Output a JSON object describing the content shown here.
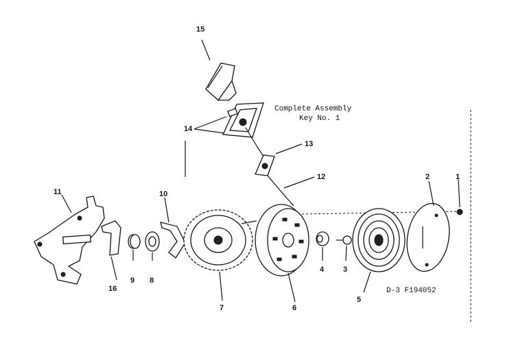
{
  "assembly": {
    "title_line1": "Complete Assembly",
    "title_line2": "Key No. 1"
  },
  "drawing_code": "D-3  F194052",
  "parts": [
    {
      "key": "1"
    },
    {
      "key": "2"
    },
    {
      "key": "3"
    },
    {
      "key": "4"
    },
    {
      "key": "5"
    },
    {
      "key": "6"
    },
    {
      "key": "7"
    },
    {
      "key": "8"
    },
    {
      "key": "9"
    },
    {
      "key": "10"
    },
    {
      "key": "11"
    },
    {
      "key": "12"
    },
    {
      "key": "13"
    },
    {
      "key": "14"
    },
    {
      "key": "15"
    },
    {
      "key": "16"
    }
  ]
}
